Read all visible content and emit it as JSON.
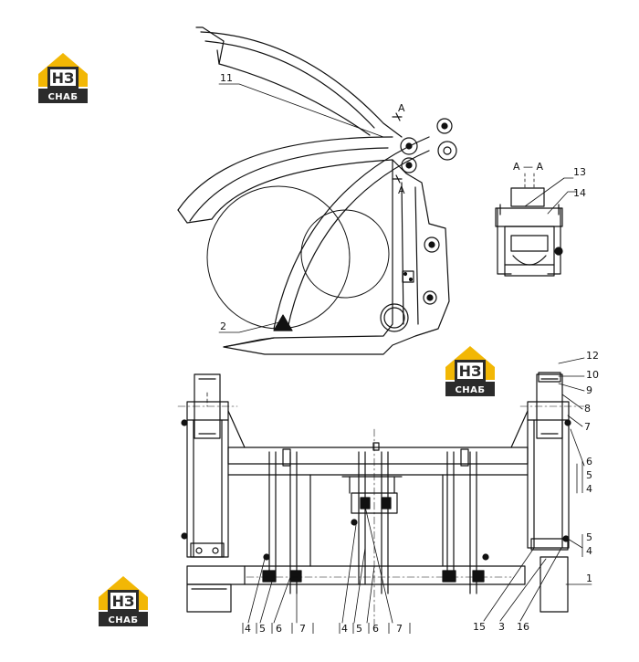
{
  "logo": {
    "top_text": "НЗ",
    "bottom_text": "СНАБ",
    "colors": {
      "accent": "#f2b705",
      "dark": "#2b2b2b",
      "mid": "#555555"
    }
  },
  "section_label": "А — А",
  "section_marks": [
    "А",
    "А"
  ],
  "callouts_top": [
    "11",
    "2",
    "13",
    "14"
  ],
  "callouts_right": [
    "12",
    "10",
    "9",
    "8",
    "7",
    "6",
    "5",
    "4",
    "5",
    "4",
    "1"
  ],
  "callouts_bottom": [
    "4",
    "5",
    "6",
    "7",
    "4",
    "5",
    "6",
    "7",
    "15",
    "3",
    "16"
  ]
}
